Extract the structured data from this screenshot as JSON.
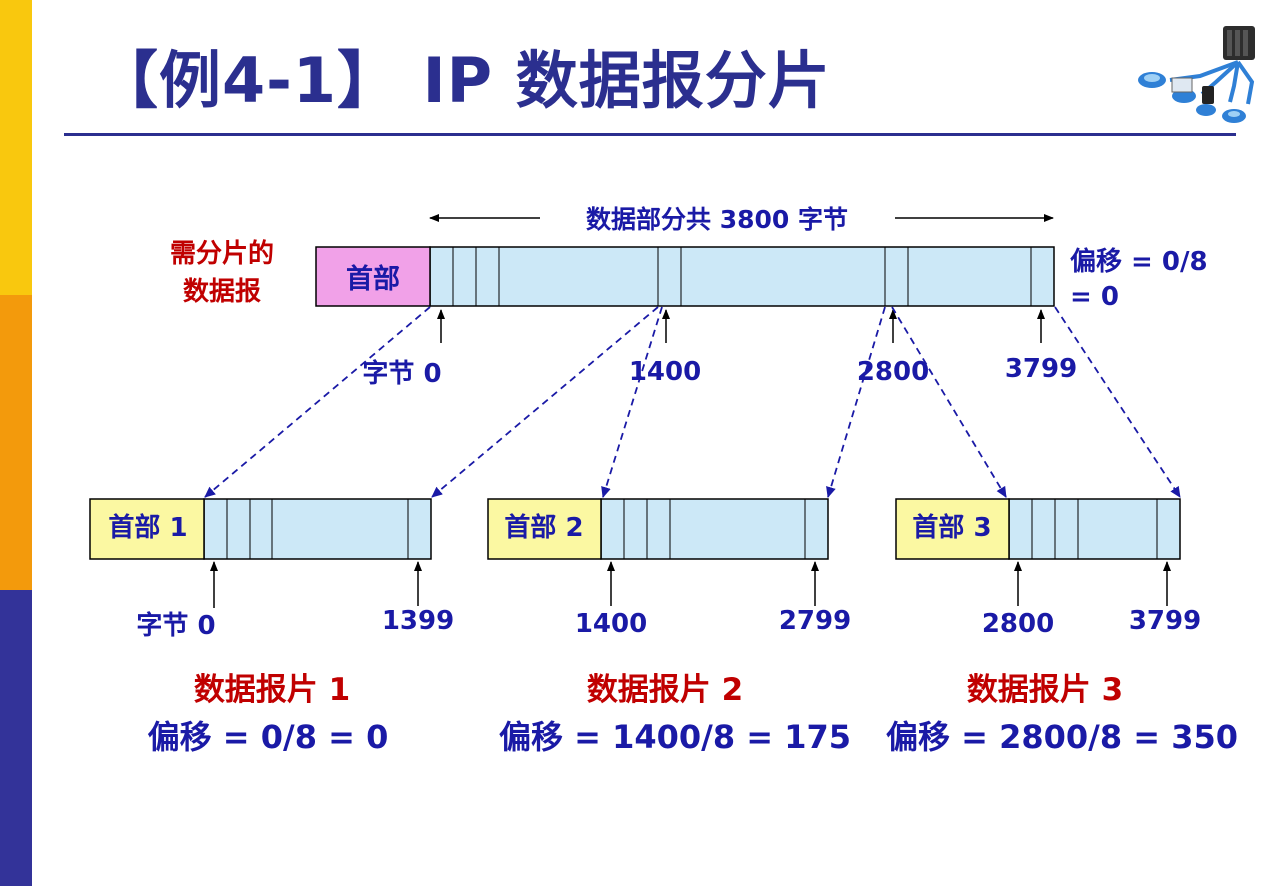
{
  "title": "【例4-1】 IP 数据报分片",
  "colors": {
    "sidebar": [
      "#f9c80e",
      "#f39a0c",
      "#333399"
    ],
    "title": "#2b2f8f",
    "label_blue": "#1a1aa6",
    "label_red": "#c00000",
    "data_fill": "#cce8f7",
    "header_original": "#f1a1e8",
    "header_fragment": "#fbf8a2"
  },
  "original": {
    "label_line1": "需分片的",
    "label_line2": "数据报",
    "header": "首部",
    "span_label": "数据部分共 3800 字节",
    "offset_line1": "偏移 = 0/8",
    "offset_line2": "= 0",
    "ticks": [
      "字节 0",
      "1400",
      "2800",
      "3799"
    ]
  },
  "fragments": [
    {
      "header": "首部 1",
      "start": "字节 0",
      "end": "1399",
      "name": "数据报片 1",
      "offset": "偏移 = 0/8 = 0"
    },
    {
      "header": "首部 2",
      "start": "1400",
      "end": "2799",
      "name": "数据报片 2",
      "offset": "偏移 = 1400/8 = 175"
    },
    {
      "header": "首部 3",
      "start": "2800",
      "end": "3799",
      "name": "数据报片 3",
      "offset": "偏移 = 2800/8 = 350"
    }
  ]
}
